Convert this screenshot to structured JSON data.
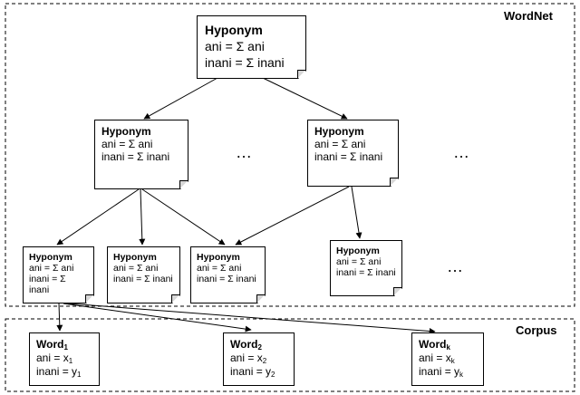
{
  "regions": {
    "wordnet": "WordNet",
    "corpus": "Corpus"
  },
  "hyponym": {
    "title": "Hyponym",
    "ani": "ani = Σ ani",
    "inani": "inani = Σ inani"
  },
  "ellipsis": "…",
  "words": [
    {
      "label": "Word",
      "sub": "1",
      "ani_label": "ani = x",
      "ani_sub": "1",
      "inani_label": "inani = y",
      "inani_sub": "1"
    },
    {
      "label": "Word",
      "sub": "2",
      "ani_label": "ani = x",
      "ani_sub": "2",
      "inani_label": "inani = y",
      "inani_sub": "2"
    },
    {
      "label": "Word",
      "sub": "k",
      "ani_label": "ani = x",
      "ani_sub": "k",
      "inani_label": "inani = y",
      "inani_sub": "k"
    }
  ]
}
